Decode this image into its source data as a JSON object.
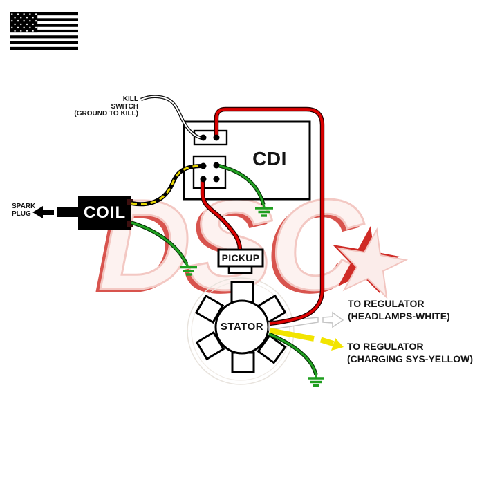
{
  "watermark": {
    "text": "DSC",
    "star_icon": "star-icon"
  },
  "icons": {
    "flag": "us-flag-icon",
    "spark_arrow": "left-arrow-icon",
    "white_regulator_arrow": "right-arrow-white-icon",
    "yellow_regulator_arrow": "right-arrow-yellow-icon",
    "ground": "ground-symbol-icon"
  },
  "components": {
    "cdi": {
      "label": "CDI"
    },
    "coil": {
      "label": "COIL"
    },
    "pickup": {
      "label": "PICKUP"
    },
    "stator": {
      "label": "STATOR"
    }
  },
  "annotations": {
    "kill_switch": {
      "lines": [
        "KILL",
        "SWITCH",
        "(GROUND TO KILL)"
      ]
    },
    "spark_plug": {
      "lines": [
        "SPARK",
        "PLUG"
      ]
    },
    "regulator_headlamps": {
      "lines": [
        "TO REGULATOR",
        "(HEADLAMPS-WHITE)"
      ]
    },
    "regulator_charging": {
      "lines": [
        "TO REGULATOR",
        "(CHARGING SYS-YELLOW)"
      ]
    }
  },
  "colors": {
    "wire_red": "#dd0000",
    "wire_green": "#21a321",
    "ground_green": "#1f9e1f",
    "wire_yellow": "#f2e400",
    "wire_stripe_yellow": "#e6d400",
    "wire_white_outline": "#c4c4c4",
    "watermark_pink": "#fbecea",
    "watermark_red": "#cf2b26"
  }
}
